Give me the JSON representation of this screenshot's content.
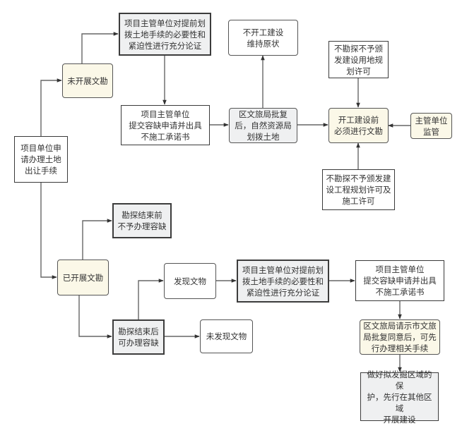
{
  "diagram": {
    "type": "flowchart",
    "nodes": {
      "start": "项目单位申\n请办理土地\n出让手续",
      "not_surveyed": "未开展文勘",
      "demonstrate_top": "项目主管单位对提前划\n拨土地手续的必要性和\n紧迫性进行充分论证",
      "submit_top": "项目主管单位\n提交容缺申请并出具\n不施工承诺书",
      "approve_allocate": "区文旅局批复\n后，自然资源局\n划拨土地",
      "no_construction": "不开工建设\n维持原状",
      "no_land_permit": "不勘探不予颁\n发建设用地规\n划许可",
      "must_survey": "开工建设前\n必须进行文勘",
      "supervise": "主管单位\n监管",
      "no_build_permit": "不勘探不予颁发建\n设工程规划许可及\n施工许可",
      "surveyed": "已开展文勘",
      "before_end": "勘探结束前\n不予办理容缺",
      "after_end": "勘探结束后\n可办理容缺",
      "found_relics": "发现文物",
      "no_relics": "未发现文物",
      "demonstrate_bottom": "项目主管单位对提前划\n拨土地手续的必要性和\n紧迫性进行充分论证",
      "submit_bottom": "项目主管单位\n提交容缺申请并出具\n不施工承诺书",
      "city_approval": "区文旅局请示市文旅\n局批复同意后，可先\n行办理相关手续",
      "protect_area": "做好拟发掘区域的保\n护，先行在其他区域\n开展建设"
    },
    "edges": [
      {
        "from": "start",
        "to": "not_surveyed"
      },
      {
        "from": "start",
        "to": "surveyed"
      },
      {
        "from": "not_surveyed",
        "to": "demonstrate_top"
      },
      {
        "from": "demonstrate_top",
        "to": "submit_top"
      },
      {
        "from": "submit_top",
        "to": "approve_allocate"
      },
      {
        "from": "approve_allocate",
        "to": "no_construction"
      },
      {
        "from": "approve_allocate",
        "to": "must_survey"
      },
      {
        "from": "no_land_permit",
        "to": "must_survey"
      },
      {
        "from": "supervise",
        "to": "must_survey"
      },
      {
        "from": "no_build_permit",
        "to": "must_survey"
      },
      {
        "from": "surveyed",
        "to": "before_end"
      },
      {
        "from": "surveyed",
        "to": "after_end"
      },
      {
        "from": "after_end",
        "to": "found_relics"
      },
      {
        "from": "after_end",
        "to": "no_relics"
      },
      {
        "from": "found_relics",
        "to": "demonstrate_bottom"
      },
      {
        "from": "demonstrate_bottom",
        "to": "submit_bottom"
      },
      {
        "from": "submit_bottom",
        "to": "city_approval"
      },
      {
        "from": "city_approval",
        "to": "protect_area"
      }
    ],
    "colors": {
      "line": "#555555",
      "border": "#3a3a3a",
      "gray_fill": "#eff0f1",
      "cream_fill": "#fbf8e8",
      "white_fill": "#ffffff",
      "text": "#333333"
    }
  }
}
